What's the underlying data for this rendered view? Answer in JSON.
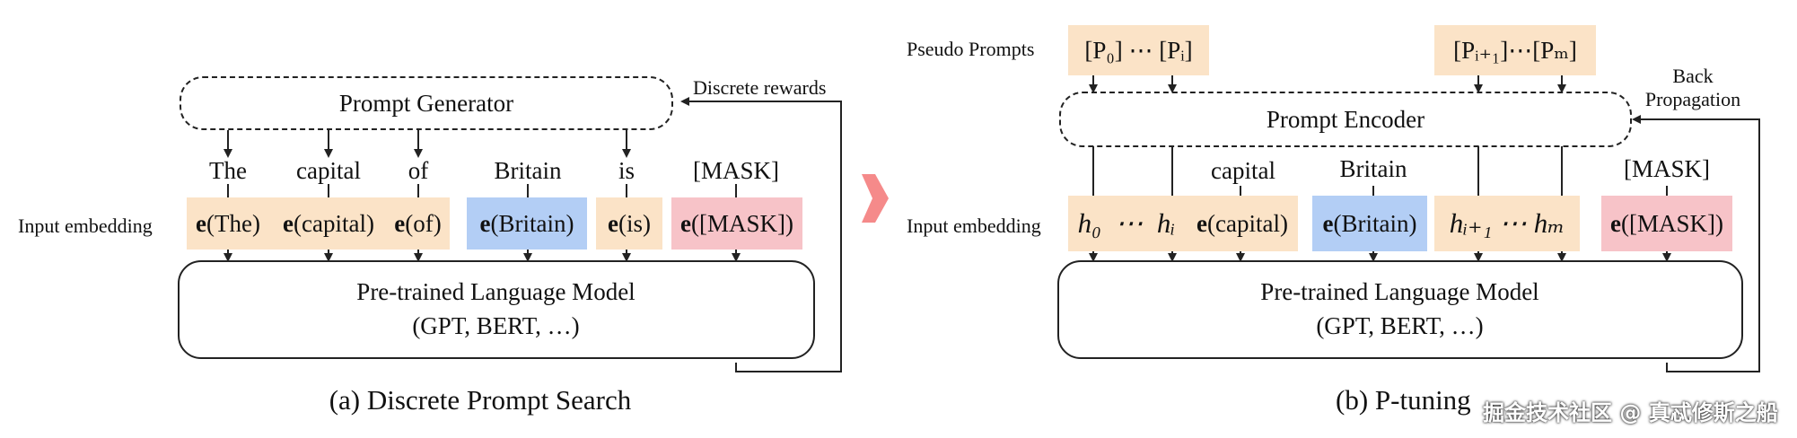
{
  "left": {
    "generator_label": "Prompt Generator",
    "rewards_label": "Discrete rewards",
    "input_embedding_label": "Input embedding",
    "tokens": [
      "The",
      "capital",
      "of",
      "Britain",
      "is",
      "[MASK]"
    ],
    "embeddings": [
      {
        "e": "e",
        "text": "(The)"
      },
      {
        "e": "e",
        "text": "(capital)"
      },
      {
        "e": "e",
        "text": "(of)"
      },
      {
        "e": "e",
        "text": "(Britain)"
      },
      {
        "e": "e",
        "text": "(is)"
      },
      {
        "e": "e",
        "text": "([MASK])"
      }
    ],
    "model_line1": "Pre-trained Language Model",
    "model_line2": "(GPT, BERT, …)",
    "caption": "(a) Discrete Prompt Search"
  },
  "right": {
    "pseudo_prompts_label": "Pseudo Prompts",
    "prompt_group1": "[P₀] ⋯ [Pᵢ]",
    "prompt_group2": "[Pᵢ₊₁]⋯[Pₘ]",
    "encoder_label": "Prompt Encoder",
    "back_prop_line1": "Back",
    "back_prop_line2": "Propagation",
    "input_embedding_label": "Input embedding",
    "tokens": [
      "capital",
      "Britain",
      "[MASK]"
    ],
    "h_group1": "h₀  ⋯  hᵢ",
    "h_group2": "hᵢ₊₁ ⋯ hₘ",
    "embeddings": [
      {
        "e": "e",
        "text": "(capital)"
      },
      {
        "e": "e",
        "text": "(Britain)"
      },
      {
        "e": "e",
        "text": "([MASK])"
      }
    ],
    "model_line1": "Pre-trained Language Model",
    "model_line2": "(GPT, BERT, …)",
    "caption": "(b) P-tuning"
  },
  "watermark": "掘金技术社区 @ 真忒修斯之船",
  "colors": {
    "orange": "#fbe3c7",
    "blue": "#b3cef5",
    "pink": "#f7c3c8",
    "arrow_big": "#f58a8a"
  }
}
